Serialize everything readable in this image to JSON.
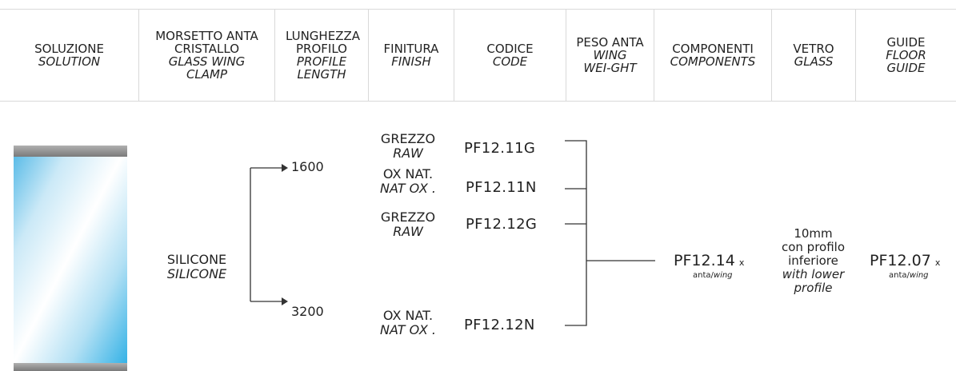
{
  "header": [
    {
      "it": "SOLUZIONE",
      "en": "SOLUTION"
    },
    {
      "it": "MORSETTO ANTA CRISTALLO",
      "en": "GLASS WING CLAMP"
    },
    {
      "it": "LUNGHEZZA PROFILO",
      "en": "PROFILE LENGTH"
    },
    {
      "it": "FINITURA",
      "en": "FINISH"
    },
    {
      "it": "CODICE",
      "en": "CODE"
    },
    {
      "it": "PESO ANTA",
      "en": "WING WEI-GHT"
    },
    {
      "it": "COMPONENTI",
      "en": "COMPONENTS"
    },
    {
      "it": "VETRO",
      "en": "GLASS"
    },
    {
      "it": "GUIDE",
      "en": "FLOOR GUIDE"
    }
  ],
  "clamp": {
    "it": "SILICONE",
    "en": "SILICONE"
  },
  "lengths": [
    "1600",
    "3200"
  ],
  "rows": [
    {
      "finish_it": "GREZZO",
      "finish_en": "RAW",
      "code": "PF12.11G"
    },
    {
      "finish_it": "OX NAT.",
      "finish_en": "NAT OX .",
      "code": "PF12.11N"
    },
    {
      "finish_it": "GREZZO",
      "finish_en": "RAW",
      "code": "PF12.12G"
    },
    {
      "finish_it": "OX NAT.",
      "finish_en": "NAT OX .",
      "code": "PF12.12N"
    }
  ],
  "component": {
    "code": "PF12.14",
    "x": "x",
    "unit_it": "anta/",
    "unit_en": "wing"
  },
  "glass": {
    "line1": "10mm",
    "line2": "con profilo",
    "line3": "inferiore",
    "line4": "with lower",
    "line5": "profile"
  },
  "guide": {
    "code": "PF12.07",
    "x": "x",
    "unit_it": "anta/",
    "unit_en": "wing"
  }
}
